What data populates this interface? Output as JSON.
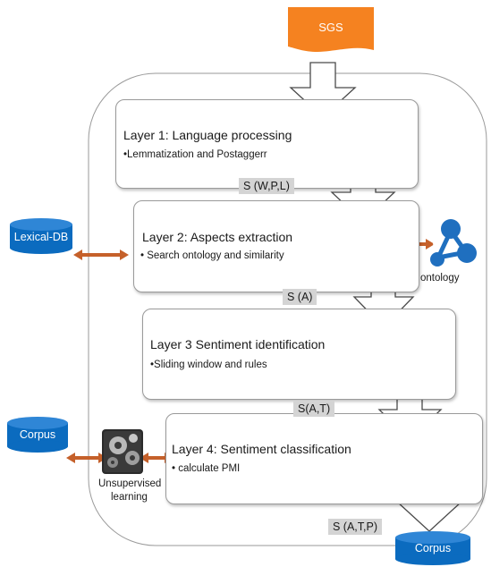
{
  "input": {
    "label": "SGS"
  },
  "layers": [
    {
      "title": "Layer 1: Language processing",
      "bullet": "•Lemmatization and Postaggerr"
    },
    {
      "title": "Layer 2: Aspects extraction",
      "bullet": "• Search ontology and similarity"
    },
    {
      "title": "Layer 3 Sentiment identification",
      "bullet": "•Sliding window and rules"
    },
    {
      "title": "Layer 4: Sentiment classification",
      "bullet": "• calculate PMI"
    }
  ],
  "connectors": {
    "c1": "S (W,P,L)",
    "c2": "S (A)",
    "c3": "S(A,T)",
    "c4": "S (A,T,P)"
  },
  "resources": {
    "lexical_db": "Lexical-DB",
    "corpus_left": "Corpus",
    "corpus_bottom": "Corpus",
    "ontology": "ontology",
    "unsupervised": [
      "Unsupervised",
      "learning"
    ]
  },
  "colors": {
    "sgs": "#f58220",
    "cylinder": "#0b6bbf",
    "link": "#c5602a",
    "ontology": "#1f6fbf"
  }
}
